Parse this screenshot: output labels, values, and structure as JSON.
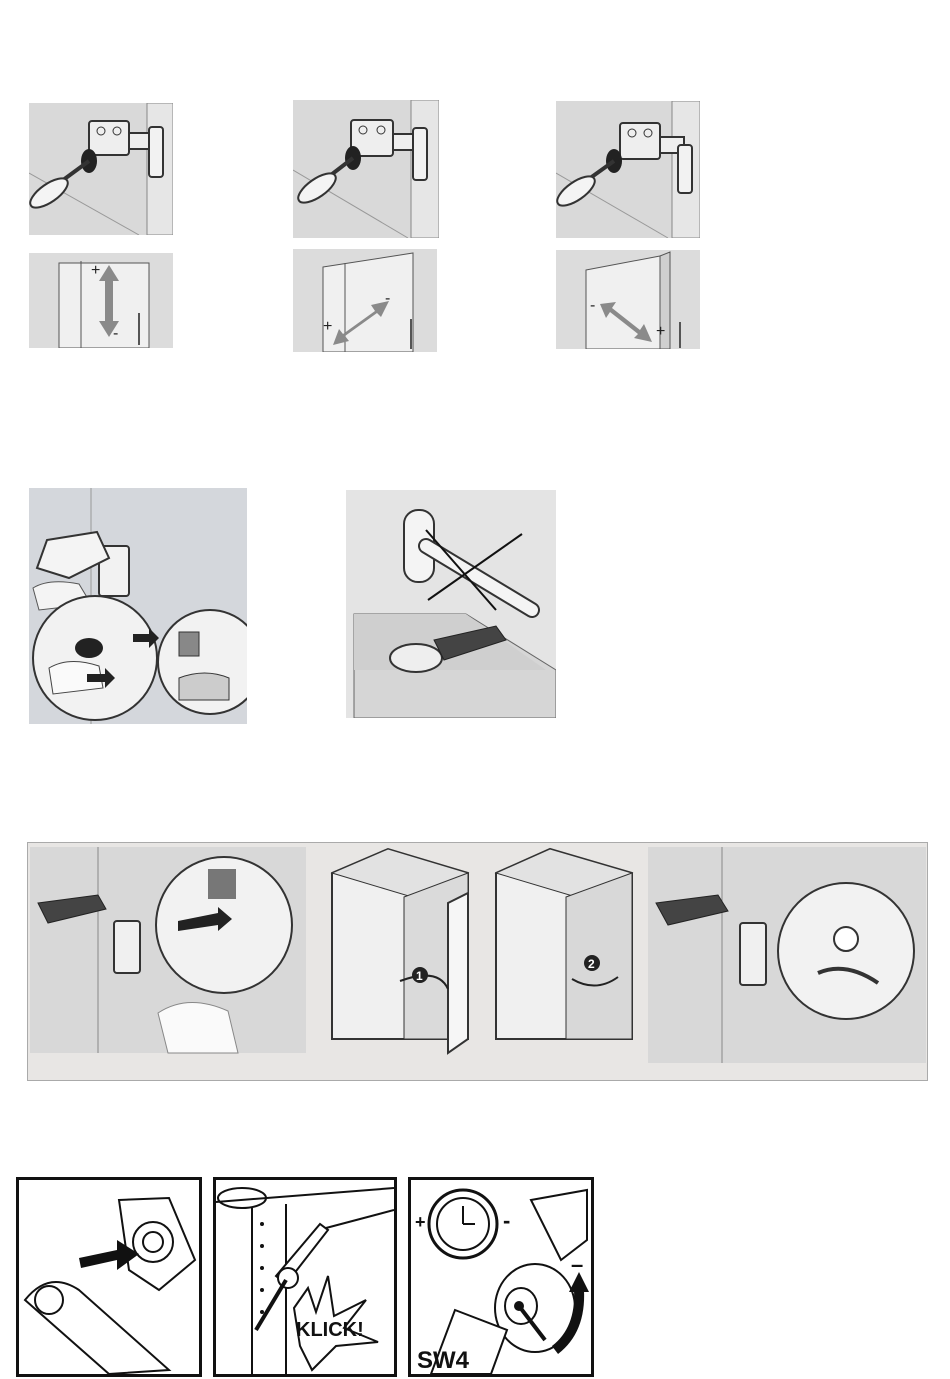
{
  "adjustments": {
    "vertical": {
      "plus": "+",
      "minus": "-"
    },
    "depth": {
      "plus": "+",
      "minus": "-"
    },
    "lateral": {
      "plus": "+",
      "minus": "-"
    }
  },
  "sequence": {
    "step1": "1",
    "step2": "2"
  },
  "lift_mechanism": {
    "klick_label": "KLICK!",
    "wrench_label": "SW4",
    "dial_plus": "+",
    "dial_minus": "-",
    "arrow_minus": "–"
  },
  "colors": {
    "panel_gray": "#dcdcdc",
    "arrow_gray": "#8a8a8a",
    "ink": "#111111"
  }
}
